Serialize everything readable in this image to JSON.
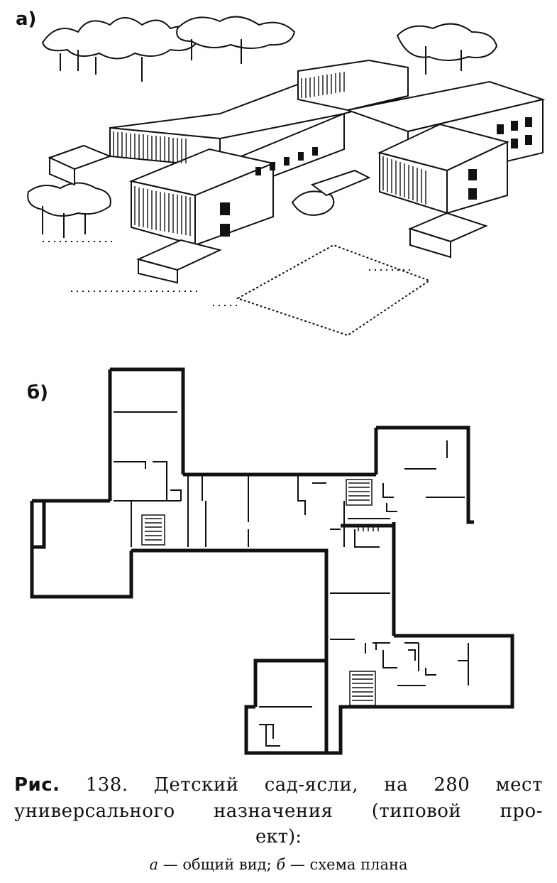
{
  "panel_a": {
    "label": "а)"
  },
  "panel_b": {
    "label": "б)"
  },
  "caption": {
    "fig_prefix": "Рис.",
    "fig_number": "138.",
    "line1_rest": "Детский сад-ясли, на 280 мест",
    "line2": "универсального назначения (типовой про-",
    "line3": "ект):",
    "legend_a_letter": "а",
    "legend_a_text": " — общий вид; ",
    "legend_b_letter": "б",
    "legend_b_text": " — схема плана"
  }
}
